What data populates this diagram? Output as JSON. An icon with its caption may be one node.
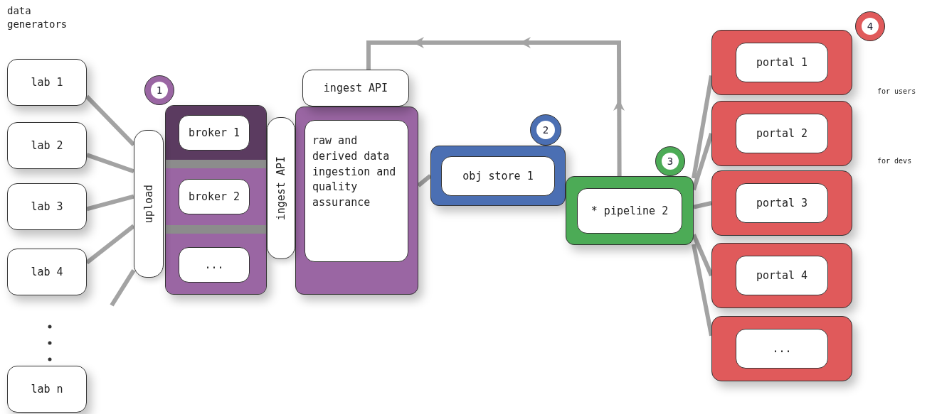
{
  "diagram": {
    "nodes": [
      {
        "text": [
          "lab 1"
        ]
      },
      {
        "text": [
          "lab 2"
        ]
      },
      {
        "text": [
          "lab 3"
        ]
      },
      {
        "text": [
          "lab 4"
        ]
      },
      {
        "text": [
          "lab n"
        ]
      },
      {
        "text": [
          "upload"
        ]
      },
      {
        "text": [],
        "shape": "box"
      },
      {
        "text": [
          "broker 1"
        ],
        "in": 6
      },
      {
        "text": [
          "broker 2"
        ],
        "in": 6
      },
      {
        "text": [
          "..."
        ],
        "in": 6
      },
      {
        "text": [
          "ingest API"
        ]
      },
      {
        "text": [],
        "shape": "box"
      },
      {
        "text": [
          "ingest API"
        ]
      },
      {
        "text": [
          "raw and derived data ingestion and quality assurance"
        ],
        "in": 11
      },
      {
        "text": [
          "1"
        ]
      },
      {
        "text": [
          "obj store 1"
        ]
      },
      {
        "text": [
          "2"
        ]
      },
      {
        "text": [
          "* pipeline 2"
        ]
      },
      {
        "text": [
          "3"
        ]
      },
      {
        "text": [
          "portal 1"
        ],
        "beside": [
          "for users"
        ]
      },
      {
        "text": [
          "portal 2"
        ],
        "beside": [
          "for devs"
        ]
      },
      {
        "text": [
          "portal 3"
        ]
      },
      {
        "text": [
          "portal 4"
        ]
      },
      {
        "text": [
          "..."
        ]
      },
      {
        "text": [
          "4"
        ]
      }
    ],
    "edges": [
      {
        "from": 0,
        "to": 5,
        "arrow": "none"
      },
      {
        "from": 1,
        "to": 5,
        "arrow": "none"
      },
      {
        "from": 2,
        "to": 5,
        "arrow": "none"
      },
      {
        "from": 3,
        "to": 5,
        "arrow": "none"
      },
      {
        "from": null,
        "to": 5,
        "arrow": "none"
      },
      {
        "from": 11,
        "to": 15,
        "arrow": "none"
      },
      {
        "from": 17,
        "to": 12,
        "arrow": "to"
      },
      {
        "from": 17,
        "to": 19,
        "arrow": "none"
      },
      {
        "from": 17,
        "to": 20,
        "arrow": "none"
      },
      {
        "from": 17,
        "to": 21,
        "arrow": "none"
      },
      {
        "from": 17,
        "to": 22,
        "arrow": "none"
      },
      {
        "from": 17,
        "to": 23,
        "arrow": "none"
      }
    ],
    "labels": [
      "data generators"
    ]
  }
}
